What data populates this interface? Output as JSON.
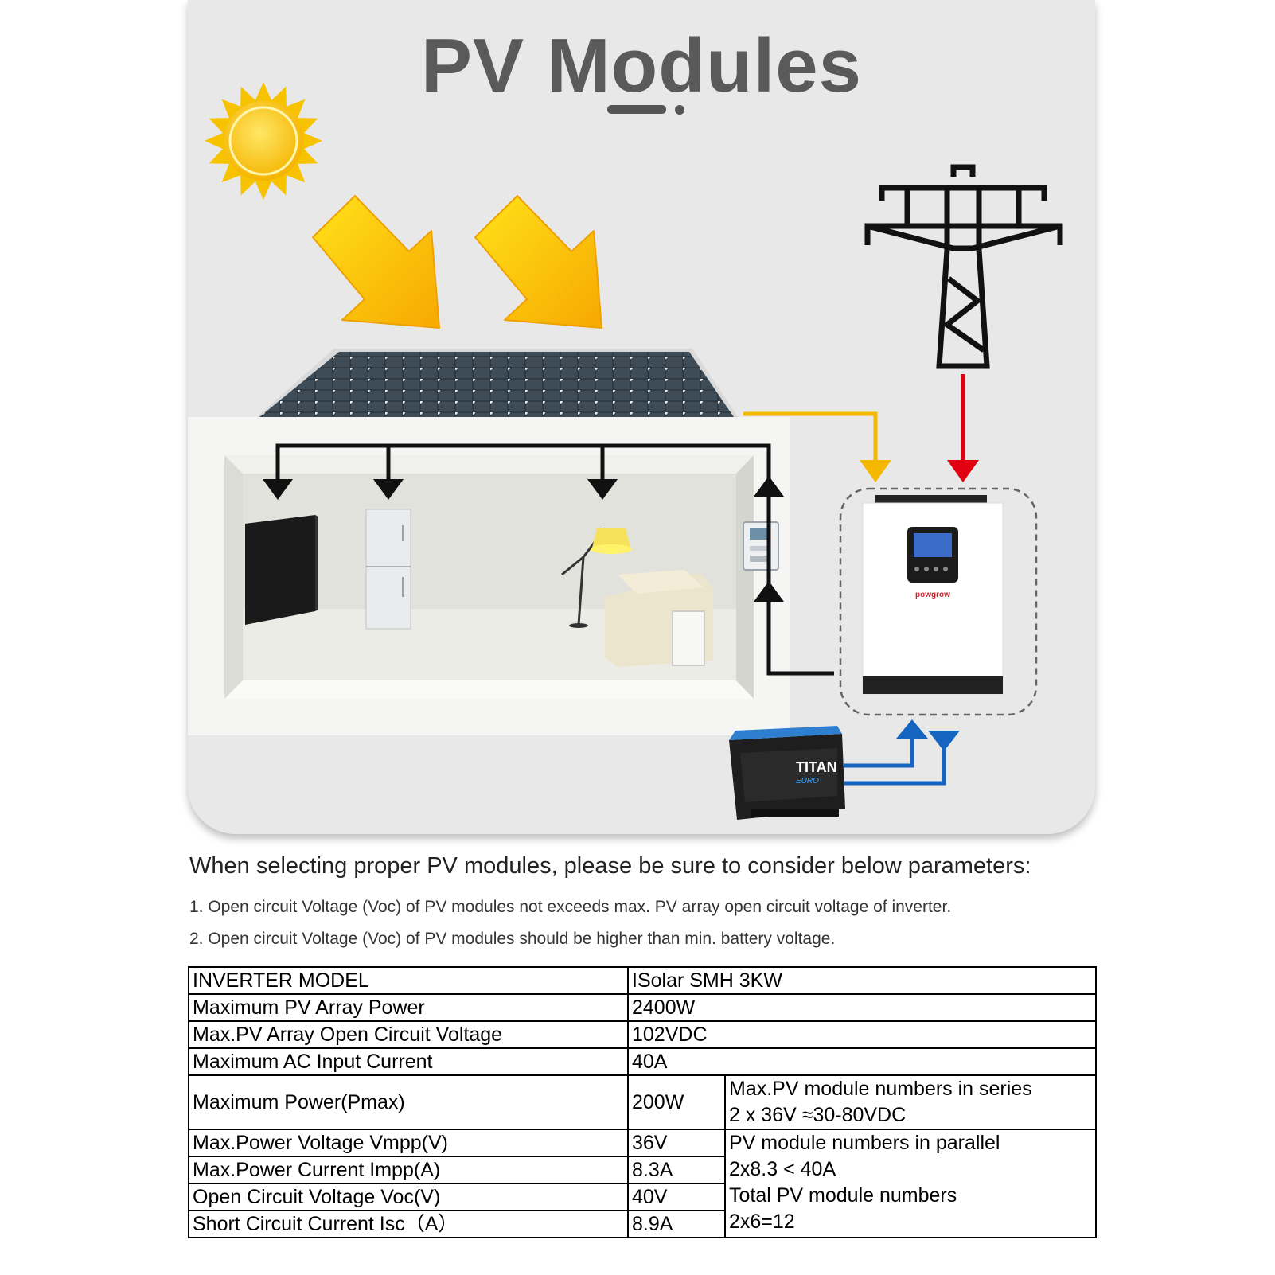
{
  "header": {
    "title": "PV Modules"
  },
  "illustration": {
    "inverter_brand": "powgrow",
    "battery_brand": "TITAN",
    "battery_sub": "EURO",
    "colors": {
      "panel_bg": "#e8e8e8",
      "sun": "#f7c200",
      "pv_line": "#f5b800",
      "grid_line": "#e10010",
      "battery_line": "#1565c0",
      "load_line": "#111111"
    },
    "icons": [
      "sun-icon",
      "sun-ray-arrow-icon",
      "solar-panel-icon",
      "power-tower-icon",
      "inverter-icon",
      "battery-icon",
      "tv-icon",
      "fridge-icon",
      "lamp-icon",
      "sofa-icon",
      "meter-icon"
    ]
  },
  "notes": {
    "intro": "When selecting proper PV modules, please be sure to consider below parameters:",
    "items": [
      "1. Open circuit Voltage (Voc) of PV modules not exceeds max. PV array open circuit voltage of inverter.",
      "2. Open circuit Voltage (Voc) of PV modules should be higher than min. battery voltage."
    ]
  },
  "spec_table": {
    "rows": [
      {
        "label": "INVERTER MODEL",
        "value": "ISolar SMH 3KW"
      },
      {
        "label": "Maximum PV Array Power",
        "value": "2400W"
      },
      {
        "label": "Max.PV Array Open Circuit Voltage",
        "value": "102VDC"
      },
      {
        "label": "Maximum AC Input Current",
        "value": "40A"
      },
      {
        "label": "Maximum Power(Pmax)",
        "value": "200W"
      },
      {
        "label": "Max.Power Voltage Vmpp(V)",
        "value": "36V"
      },
      {
        "label": "Max.Power Current Impp(A)",
        "value": "8.3A"
      },
      {
        "label": "Open Circuit Voltage Voc(V)",
        "value": "40V"
      },
      {
        "label": "Short Circuit Current Isc（A）",
        "value": "8.9A"
      }
    ],
    "notes": [
      "Max.PV module numbers in series",
      "2 x 36V ≈30-80VDC",
      "PV module numbers in parallel",
      "2x8.3 < 40A",
      "Total PV module numbers",
      "2x6=12"
    ]
  }
}
